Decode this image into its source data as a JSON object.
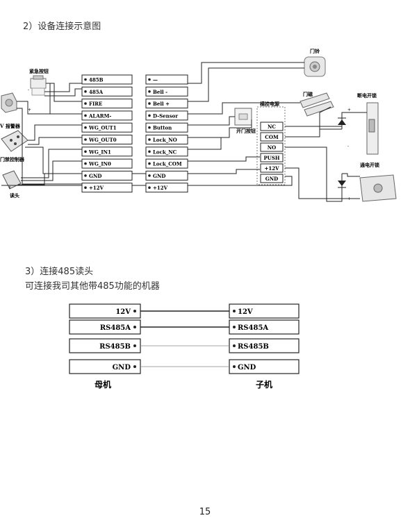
{
  "section2": {
    "title": "2）设备连接示意图"
  },
  "section3": {
    "title": "3）连接485读头",
    "subtitle": "可连接我司其他带485功能的机器"
  },
  "wiring": {
    "left_terminals": [
      "485B",
      "485A",
      "FIRE",
      "ALARM-",
      "WG_OUT1",
      "WG_OUT0",
      "WG_IN1",
      "WG_IN0",
      "GND",
      "+12V"
    ],
    "right_terminals": [
      "—",
      "Bell -",
      "Bell +",
      "D-Sensor",
      "Button",
      "Lock_NO",
      "Lock_NC",
      "Lock_COM",
      "GND",
      "+12V"
    ],
    "power_terminals": [
      "NC",
      "COM",
      "NO",
      "PUSH",
      "+12V",
      "GND"
    ],
    "labels": {
      "emergency_button": "紧急按钮",
      "alarm": "V 报警器",
      "access_controller": "门禁控制器",
      "reader": "读头",
      "doorbell": "门铃",
      "door_magnet": "门磁",
      "exit_button": "开门按钮",
      "power_supply": "横控电源",
      "power_off_lock": "断电开锁",
      "power_on_lock": "通电开锁"
    }
  },
  "rs485": {
    "master_pins": [
      "12V",
      "RS485A",
      "RS485B",
      "GND"
    ],
    "slave_pins": [
      "12V",
      "RS485A",
      "RS485B",
      "GND"
    ],
    "master_label": "母机",
    "slave_label": "子机"
  },
  "page_number": "15"
}
